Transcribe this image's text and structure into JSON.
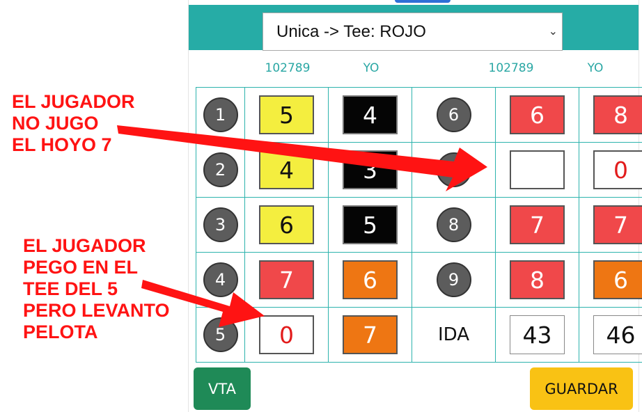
{
  "tee_select": {
    "value": "Unica -> Tee: ROJO"
  },
  "headers": [
    "102789",
    "YO",
    "102789",
    "YO"
  ],
  "rows": [
    {
      "hole_a": "1",
      "p1_a": "5",
      "p2_a": "4",
      "hole_b": "6",
      "p1_b": "6",
      "p2_b": "8"
    },
    {
      "hole_a": "2",
      "p1_a": "4",
      "p2_a": "3",
      "hole_b": "7",
      "p1_b": "",
      "p2_b": "0"
    },
    {
      "hole_a": "3",
      "p1_a": "6",
      "p2_a": "5",
      "hole_b": "8",
      "p1_b": "7",
      "p2_b": "7"
    },
    {
      "hole_a": "4",
      "p1_a": "7",
      "p2_a": "6",
      "hole_b": "9",
      "p1_b": "8",
      "p2_b": "6"
    },
    {
      "hole_a": "5",
      "p1_a": "0",
      "p2_a": "7",
      "hole_b": "IDA",
      "p1_b": "43",
      "p2_b": "46"
    }
  ],
  "buttons": {
    "vta": "VTA",
    "guardar": "GUARDAR"
  },
  "annotations": {
    "note1": [
      "EL JUGADOR",
      "NO JUGO",
      "EL HOYO 7"
    ],
    "note2": [
      "EL JUGADOR",
      "PEGO EN EL",
      "TEE DEL 5",
      "PERO LEVANTO",
      "PELOTA"
    ]
  },
  "colors": {
    "teal": "#26aca6",
    "yellow": "#f4ee3f",
    "red": "#f0484a",
    "orange": "#ee7613",
    "black": "#050505",
    "green": "#1f8a57",
    "gold": "#f9c214",
    "annotation": "#ff1313"
  }
}
